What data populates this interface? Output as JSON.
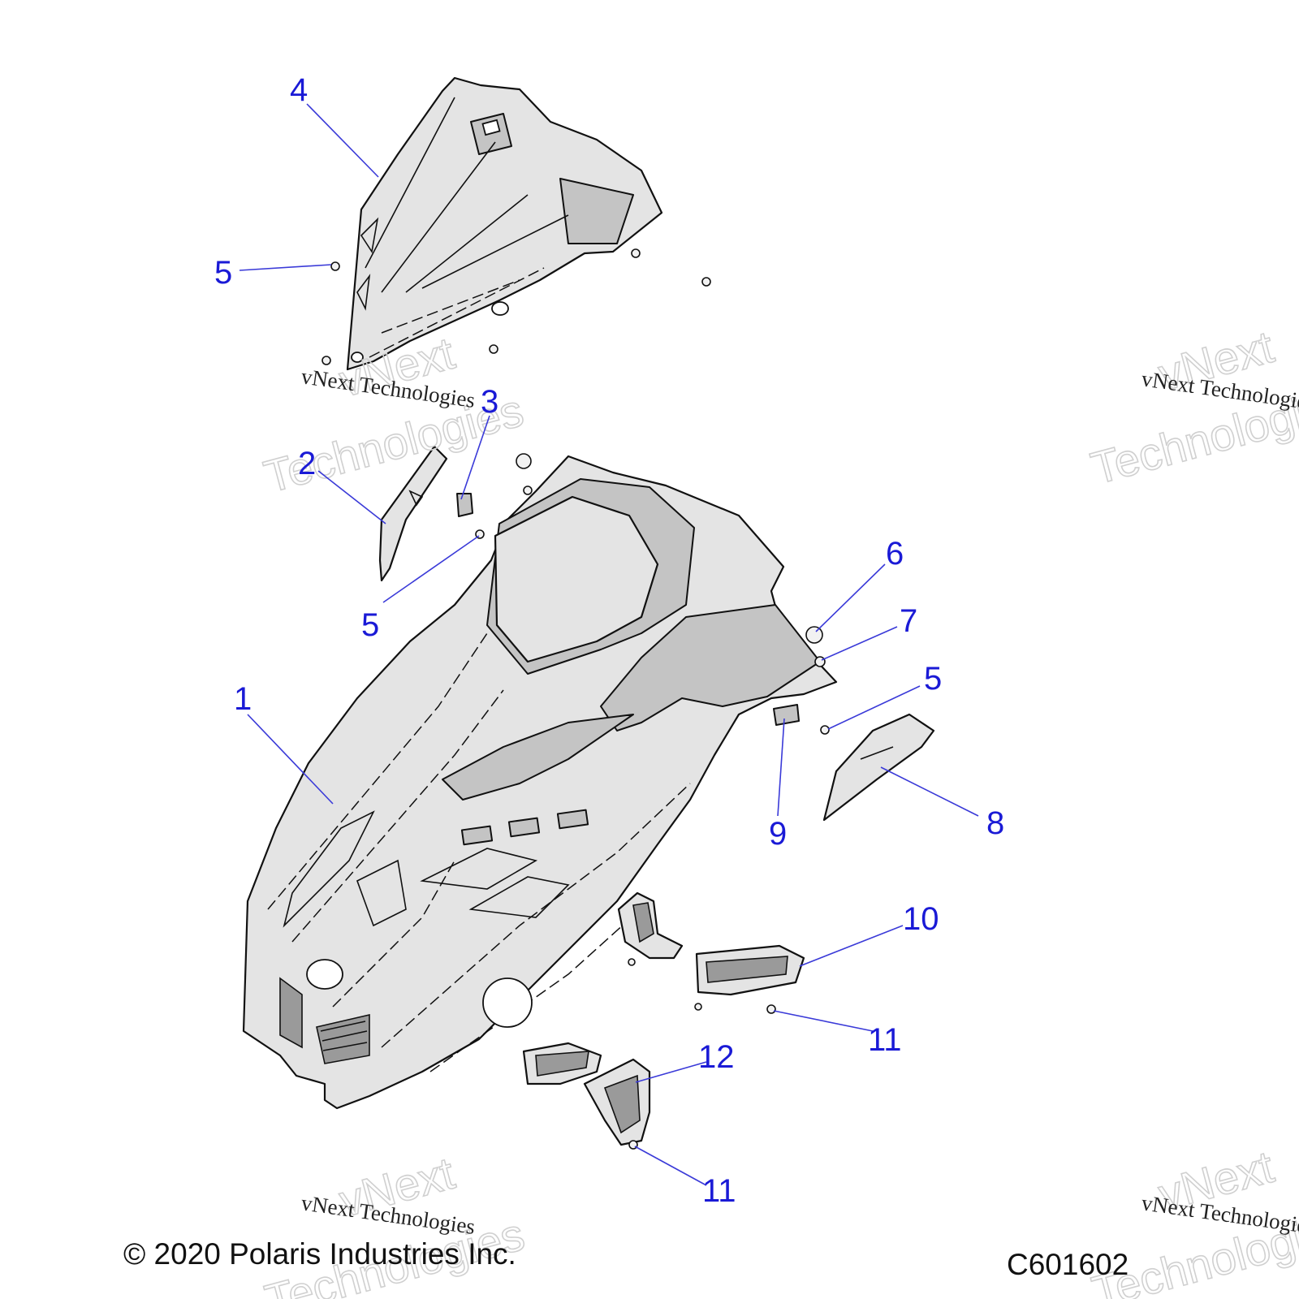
{
  "watermark": {
    "line_one": "vNext",
    "line_two": "Technologies",
    "caption": "vNext Technologies"
  },
  "footer": {
    "copyright": "© 2020 Polaris Industries Inc.",
    "figure_code": "C601602"
  },
  "callouts": [
    {
      "id": "c4",
      "label": "4"
    },
    {
      "id": "c5a",
      "label": "5"
    },
    {
      "id": "c3",
      "label": "3"
    },
    {
      "id": "c2",
      "label": "2"
    },
    {
      "id": "c5b",
      "label": "5"
    },
    {
      "id": "c6",
      "label": "6"
    },
    {
      "id": "c7",
      "label": "7"
    },
    {
      "id": "c5c",
      "label": "5"
    },
    {
      "id": "c1",
      "label": "1"
    },
    {
      "id": "c9",
      "label": "9"
    },
    {
      "id": "c8",
      "label": "8"
    },
    {
      "id": "c10",
      "label": "10"
    },
    {
      "id": "c11a",
      "label": "11"
    },
    {
      "id": "c12",
      "label": "12"
    },
    {
      "id": "c11b",
      "label": "11"
    }
  ]
}
